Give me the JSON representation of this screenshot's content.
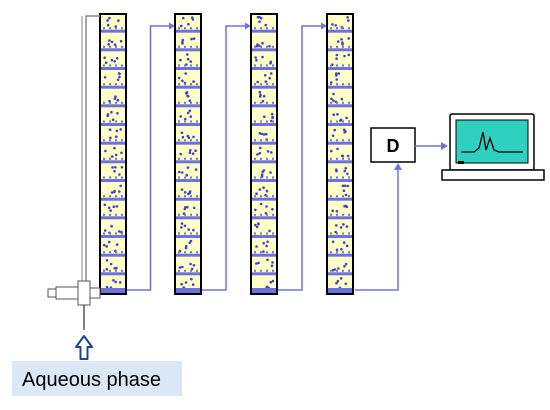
{
  "diagram": {
    "detector": {
      "label": "D"
    },
    "inlet": {
      "label": "Aqueous phase",
      "arrow_icon": "up-arrow-icon"
    },
    "monitor": {
      "icon": "computer-monitor-icon",
      "trace": "chromatogram-peaks"
    },
    "columns": [
      {
        "name": "column-1"
      },
      {
        "name": "column-2"
      },
      {
        "name": "column-3"
      },
      {
        "name": "column-4"
      }
    ],
    "colors": {
      "chamber_fill": "#ffffc8",
      "chamber_border": "#000000",
      "partition": "#7070e0",
      "droplet": "#4040cc",
      "tubing": "#7070e0",
      "screen": "#30d0c0",
      "arrow_outline": "#2040a0",
      "label_bg": "#dbe8f6"
    }
  }
}
